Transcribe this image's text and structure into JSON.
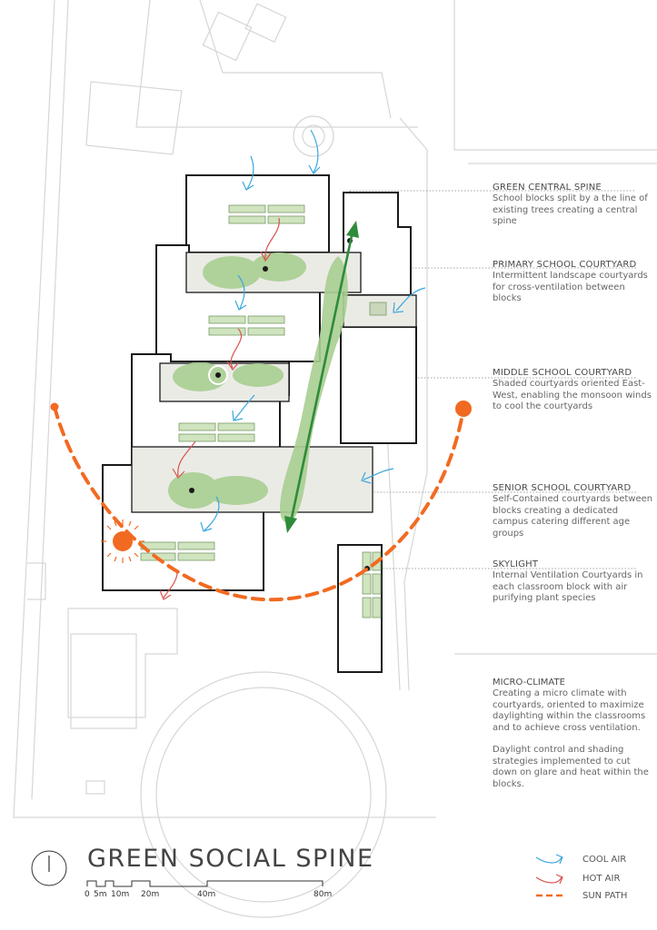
{
  "title": "GREEN SOCIAL SPINE",
  "annotations": [
    {
      "title": "GREEN CENTRAL SPINE",
      "body": "School blocks split by a the line of existing trees creating a central spine"
    },
    {
      "title": "PRIMARY SCHOOL COURTYARD",
      "body": "Intermittent landscape courtyards for cross-ventilation between blocks"
    },
    {
      "title": "MIDDLE SCHOOL COURTYARD",
      "body": "Shaded courtyards oriented East-West, enabling the monsoon winds to cool the courtyards"
    },
    {
      "title": "SENIOR SCHOOL COURTYARD",
      "body": "Self-Contained courtyards between blocks creating a dedicated campus catering different age groups"
    },
    {
      "title": "SKYLIGHT",
      "body": "Internal Ventilation Courtyards in each classroom block with air purifying plant species"
    }
  ],
  "micro_climate": {
    "title": "MICRO-CLIMATE",
    "paragraphs": [
      "Creating a micro climate with courtyards, oriented to maximize daylighting within the classrooms and to achieve cross ventilation.",
      "Daylight control and shading strategies implemented to cut down on glare and heat within the blocks."
    ]
  },
  "scale_bar": {
    "labels": [
      "0",
      "5m",
      "10m",
      "20m",
      "40m",
      "80m"
    ]
  },
  "legend": [
    {
      "label": "COOL AIR",
      "icon": "cool-air-arrow-icon",
      "color": "#3aa7dd"
    },
    {
      "label": "HOT AIR",
      "icon": "hot-air-arrow-icon",
      "color": "#d9534f"
    },
    {
      "label": "SUN PATH",
      "icon": "sun-path-dash-icon",
      "color": "#f26a21"
    }
  ],
  "colors": {
    "green_spine": "#2e8b3a",
    "courtyard_green": "#a9cf92",
    "sun": "#f26a21",
    "cool_air": "#3aa7dd",
    "hot_air": "#d9534f",
    "building_outline": "#1a1a1a",
    "context_lines": "#d6d6d6"
  },
  "north_icon": "north-arrow-icon"
}
